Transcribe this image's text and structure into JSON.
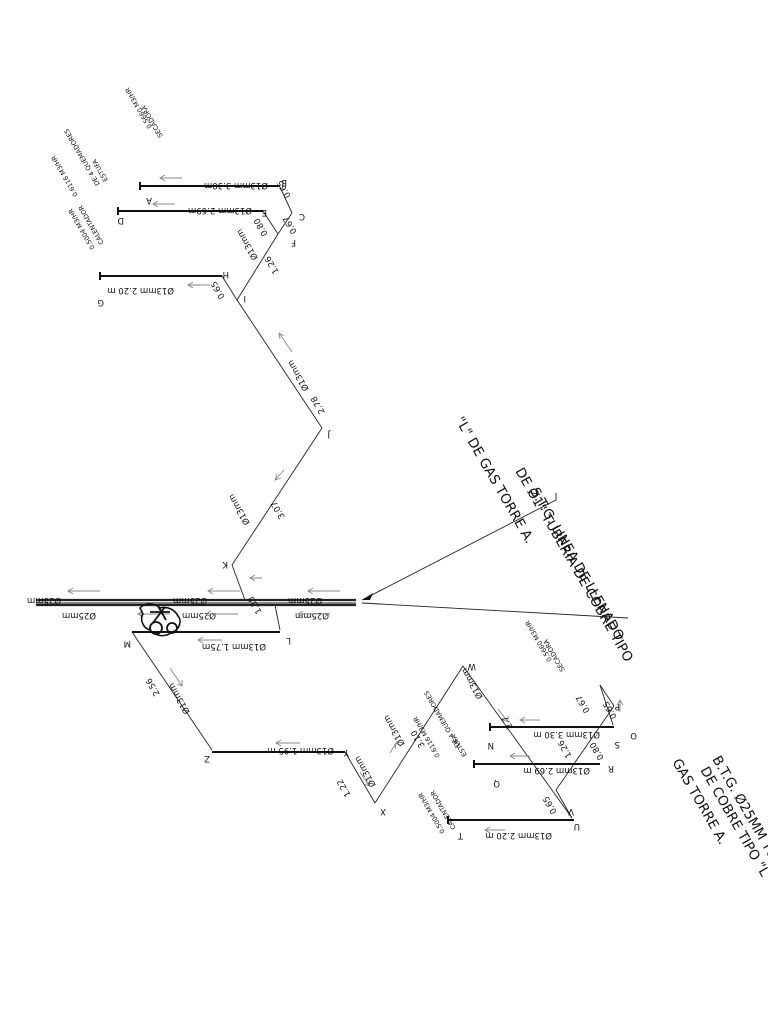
{
  "notes": {
    "stg_line1": "S.T.G. LINEA DE LLENADO",
    "stg_line2": "DE Ø1\" TUBERIA DE COBRE TIPO",
    "stg_line3": "\"L\" DE GAS TORRE A.",
    "btg_line1": "B.T.G. Ø25MM TUBERIA",
    "btg_line2": "DE COBRE TIPO \"L\" DE",
    "btg_line3": "GAS TORRE A."
  },
  "main_line": {
    "seg1": "Ø25mm",
    "seg2": "Ø25mm",
    "seg3": "Ø25mm",
    "seg4": "Ø25mm",
    "seg5": "Ø25mm",
    "seg6": "Ø25mm"
  },
  "upper_branch": {
    "appliance_a_name": "SECADORA",
    "appliance_a_rate": "0.5660 M3/HR",
    "appliance_d_name1": "ESTUFA",
    "appliance_d_name2": "DE 4 QUEMADORES",
    "appliance_d_rate": "0.6116 M3/HR",
    "appliance_g_name": "CALENTADOR",
    "appliance_g_rate": "0.5004 M3/HR",
    "node_a": "A",
    "node_b": "B",
    "node_c": "C",
    "node_d": "D",
    "node_e": "E",
    "node_f": "F",
    "node_g": "G",
    "node_h": "H",
    "node_i": "I",
    "node_j": "J",
    "node_k": "K",
    "run_ab": "Ø13mm   3.30m",
    "run_de": "Ø13mm   2.69m",
    "run_gh": "Ø13mm 2.20 m",
    "dim_bc": "0.65",
    "dim_cf": "0.67",
    "dim_ef": "0.80",
    "dim_fi_pipe": "Ø13mm",
    "dim_fi": "1.26",
    "dim_hi": "0.65",
    "dim_ij_pipe": "Ø13mm",
    "dim_ij": "2.78",
    "dim_jk_pipe": "Ø13mm",
    "dim_jk": "3.07"
  },
  "center_branch": {
    "dim_kl": "1.38",
    "node_l": "L",
    "node_m": "M",
    "run_lm": "Ø13mm   1.75m"
  },
  "lower_branch": {
    "dim_mz_pipe": "Ø13mm",
    "dim_mz": "2.56",
    "node_z": "Z",
    "node_y": "Y",
    "node_x": "X",
    "node_w": "W",
    "run_zy": "Ø13mm     1.95 m",
    "dim_yx_pipe": "Ø13mm",
    "dim_yx": "1.22",
    "dim_xw_pipe": "Ø13mm",
    "dim_xw": "3.10",
    "dim_wv_pipe": "Ø13mm",
    "dim_wv": "2.7",
    "appliance_n_name": "SECADORA",
    "appliance_n_rate": "0.5660 M3/HR",
    "appliance_q_name1": "ESTUFA",
    "appliance_q_name2": "DE 4 QUEMADORES",
    "appliance_q_rate": "0.6116 M3/HR",
    "appliance_t_name": "CALENTADOR",
    "appliance_t_rate": "0.5004 M3/HR",
    "node_n": "N",
    "node_o": "O",
    "node_p": "P",
    "node_q": "Q",
    "node_r": "R",
    "node_s": "S",
    "node_t": "T",
    "node_u": "U",
    "node_v": "V",
    "run_no": "Ø13mm   3.30 m",
    "run_qr": "Ø13mm  2.69 m",
    "run_tu": "Ø13mm   2.20 m",
    "dim_op": "0.65",
    "dim_ps": "0.67",
    "dim_rs": "0.80",
    "dim_sv": "1.26",
    "dim_uv": "0.65"
  }
}
